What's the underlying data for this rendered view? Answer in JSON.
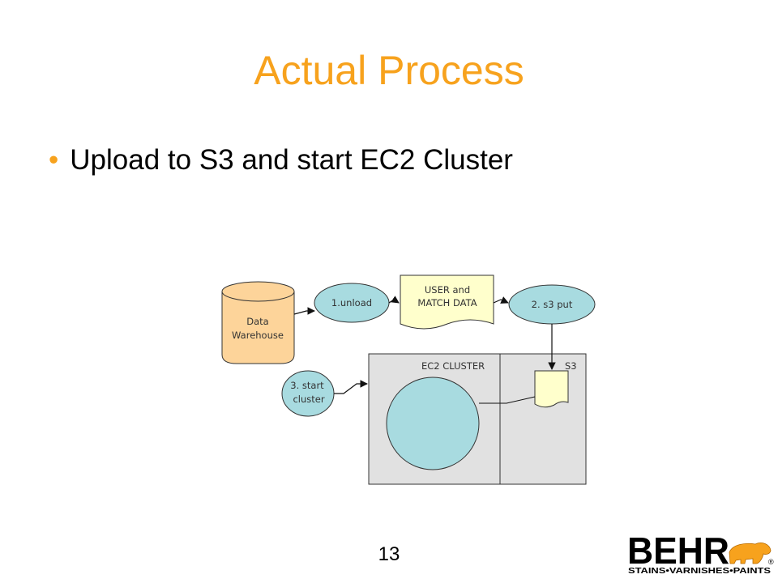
{
  "slide": {
    "title": "Actual Process",
    "bullets": [
      "Upload to S3 and start EC2 Cluster"
    ],
    "page_number": "13"
  },
  "diagram": {
    "nodes": {
      "warehouse": {
        "line1": "Data",
        "line2": "Warehouse"
      },
      "unload": {
        "label": "1.unload"
      },
      "data_doc": {
        "line1": "USER and",
        "line2": "MATCH DATA"
      },
      "s3put": {
        "label": "2. s3 put"
      },
      "start_cluster": {
        "line1": "3. start",
        "line2": "cluster"
      },
      "ec2_cluster": {
        "label": "EC2 CLUSTER"
      },
      "s3": {
        "label": "S3"
      }
    },
    "colors": {
      "warehouse_fill": "#fdd49a",
      "ellipse_fill": "#a8dbe0",
      "doc_fill": "#ffffcc",
      "container_fill": "#e1e1e1"
    }
  },
  "logo": {
    "wordmark": "BEHR",
    "tagline": "STAINS•VARNISHES•PAINTS",
    "mark": "®",
    "accent": "#f7a21d"
  }
}
